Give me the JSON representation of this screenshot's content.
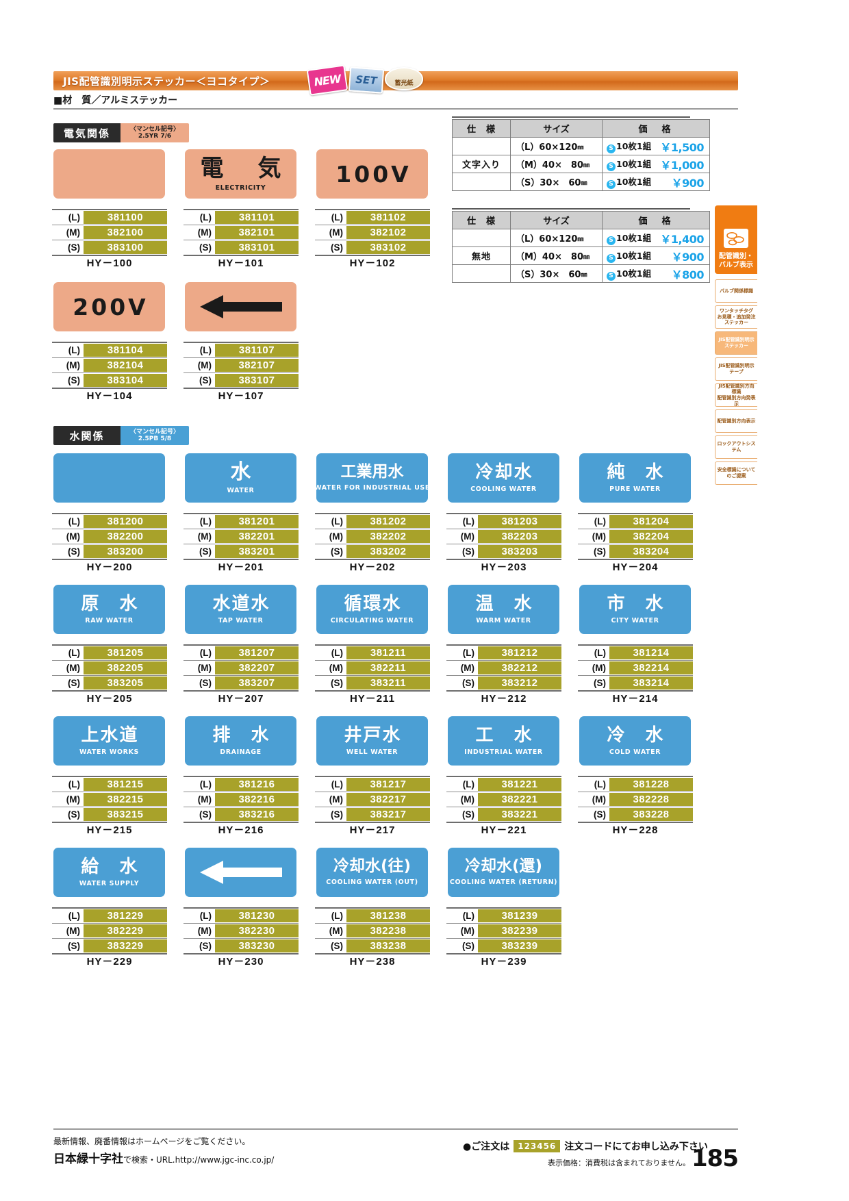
{
  "header": {
    "title": "JIS配管識別明示ステッカー＜ヨコタイプ＞",
    "badge_new": "NEW",
    "badge_set": "SET",
    "badge_seal": "蓄光紙",
    "material": "■材　質／アルミステッカー"
  },
  "sections": [
    {
      "id": "electric",
      "name": "電気関係",
      "munsell_label": "〈マンセル記号〉",
      "munsell_value": "2.5YR  7/6",
      "color": "#eda988"
    },
    {
      "id": "water",
      "name": "水関係",
      "munsell_label": "〈マンセル記号〉",
      "munsell_value": "2.5PB  5/8",
      "color": "#4b9fd4"
    }
  ],
  "price_tables": [
    {
      "headers": [
        "仕　様",
        "サイズ",
        "価　格"
      ],
      "spec": "文字入り",
      "rows": [
        {
          "size": "（L）60×120",
          "unit": "㎜",
          "qty": "10枚1組",
          "price": "￥1,500"
        },
        {
          "size": "（M）40×　80",
          "unit": "㎜",
          "qty": "10枚1組",
          "price": "￥1,000"
        },
        {
          "size": "（S）30×　60",
          "unit": "㎜",
          "qty": "10枚1組",
          "price": "￥900"
        }
      ]
    },
    {
      "headers": [
        "仕　様",
        "サイズ",
        "価　格"
      ],
      "spec": "無地",
      "rows": [
        {
          "size": "（L）60×120",
          "unit": "㎜",
          "qty": "10枚1組",
          "price": "￥1,400"
        },
        {
          "size": "（M）40×　80",
          "unit": "㎜",
          "qty": "10枚1組",
          "price": "￥900"
        },
        {
          "size": "（S）30×　60",
          "unit": "㎜",
          "qty": "10枚1組",
          "price": "￥800"
        }
      ]
    }
  ],
  "size_labels": {
    "l": "(L)",
    "m": "(M)",
    "s": "(S)"
  },
  "products": [
    {
      "row": 0,
      "col": 0,
      "section": "electric",
      "jp": "",
      "en": "",
      "style": "blank",
      "codes": [
        "381100",
        "382100",
        "383100"
      ],
      "hy": "HY－100"
    },
    {
      "row": 0,
      "col": 1,
      "section": "electric",
      "jp": "電　気",
      "en": "ELECTRICITY",
      "style": "sz1",
      "codes": [
        "381101",
        "382101",
        "383101"
      ],
      "hy": "HY－101"
    },
    {
      "row": 0,
      "col": 2,
      "section": "electric",
      "jp": "100V",
      "en": "",
      "style": "volt",
      "codes": [
        "381102",
        "382102",
        "383102"
      ],
      "hy": "HY－102"
    },
    {
      "row": 1,
      "col": 0,
      "section": "electric",
      "jp": "200V",
      "en": "",
      "style": "volt",
      "codes": [
        "381104",
        "382104",
        "383104"
      ],
      "hy": "HY－104"
    },
    {
      "row": 1,
      "col": 1,
      "section": "electric",
      "jp": "",
      "en": "",
      "style": "arrow",
      "codes": [
        "381107",
        "382107",
        "383107"
      ],
      "hy": "HY－107"
    },
    {
      "row": 2,
      "col": 0,
      "section": "water",
      "jp": "",
      "en": "",
      "style": "blank",
      "codes": [
        "381200",
        "382200",
        "383200"
      ],
      "hy": "HY－200"
    },
    {
      "row": 2,
      "col": 1,
      "section": "water",
      "jp": "水",
      "en": "WATER",
      "style": "sz2",
      "codes": [
        "381201",
        "382201",
        "383201"
      ],
      "hy": "HY－201"
    },
    {
      "row": 2,
      "col": 2,
      "section": "water",
      "jp": "工業用水",
      "en": "WATER FOR INDUSTRIAL USE",
      "style": "sz4",
      "codes": [
        "381202",
        "382202",
        "383202"
      ],
      "hy": "HY－202"
    },
    {
      "row": 2,
      "col": 3,
      "section": "water",
      "jp": "冷却水",
      "en": "COOLING WATER",
      "style": "sz3",
      "codes": [
        "381203",
        "382203",
        "383203"
      ],
      "hy": "HY－203"
    },
    {
      "row": 2,
      "col": 4,
      "section": "water",
      "jp": "純　水",
      "en": "PURE WATER",
      "style": "sz3",
      "codes": [
        "381204",
        "382204",
        "383204"
      ],
      "hy": "HY－204"
    },
    {
      "row": 3,
      "col": 0,
      "section": "water",
      "jp": "原　水",
      "en": "RAW WATER",
      "style": "sz3",
      "codes": [
        "381205",
        "382205",
        "383205"
      ],
      "hy": "HY－205"
    },
    {
      "row": 3,
      "col": 1,
      "section": "water",
      "jp": "水道水",
      "en": "TAP WATER",
      "style": "sz3",
      "codes": [
        "381207",
        "382207",
        "383207"
      ],
      "hy": "HY－207"
    },
    {
      "row": 3,
      "col": 2,
      "section": "water",
      "jp": "循環水",
      "en": "CIRCULATING WATER",
      "style": "sz3",
      "codes": [
        "381211",
        "382211",
        "383211"
      ],
      "hy": "HY－211"
    },
    {
      "row": 3,
      "col": 3,
      "section": "water",
      "jp": "温　水",
      "en": "WARM WATER",
      "style": "sz3",
      "codes": [
        "381212",
        "382212",
        "383212"
      ],
      "hy": "HY－212"
    },
    {
      "row": 3,
      "col": 4,
      "section": "water",
      "jp": "市　水",
      "en": "CITY WATER",
      "style": "sz3",
      "codes": [
        "381214",
        "382214",
        "383214"
      ],
      "hy": "HY－214"
    },
    {
      "row": 4,
      "col": 0,
      "section": "water",
      "jp": "上水道",
      "en": "WATER WORKS",
      "style": "sz3",
      "codes": [
        "381215",
        "382215",
        "383215"
      ],
      "hy": "HY－215"
    },
    {
      "row": 4,
      "col": 1,
      "section": "water",
      "jp": "排　水",
      "en": "DRAINAGE",
      "style": "sz3",
      "codes": [
        "381216",
        "382216",
        "383216"
      ],
      "hy": "HY－216"
    },
    {
      "row": 4,
      "col": 2,
      "section": "water",
      "jp": "井戸水",
      "en": "WELL WATER",
      "style": "sz3",
      "codes": [
        "381217",
        "382217",
        "383217"
      ],
      "hy": "HY－217"
    },
    {
      "row": 4,
      "col": 3,
      "section": "water",
      "jp": "工　水",
      "en": "INDUSTRIAL WATER",
      "style": "sz3",
      "codes": [
        "381221",
        "382221",
        "383221"
      ],
      "hy": "HY－221"
    },
    {
      "row": 4,
      "col": 4,
      "section": "water",
      "jp": "冷　水",
      "en": "COLD WATER",
      "style": "sz3",
      "codes": [
        "381228",
        "382228",
        "383228"
      ],
      "hy": "HY－228"
    },
    {
      "row": 5,
      "col": 0,
      "section": "water",
      "jp": "給　水",
      "en": "WATER SUPPLY",
      "style": "sz3",
      "codes": [
        "381229",
        "382229",
        "383229"
      ],
      "hy": "HY－229"
    },
    {
      "row": 5,
      "col": 1,
      "section": "water",
      "jp": "",
      "en": "",
      "style": "arrow-white",
      "codes": [
        "381230",
        "382230",
        "383230"
      ],
      "hy": "HY－230"
    },
    {
      "row": 5,
      "col": 2,
      "section": "water",
      "jp": "冷却水(往)",
      "en": "COOLING WATER (OUT)",
      "style": "sz4",
      "codes": [
        "381238",
        "382238",
        "383238"
      ],
      "hy": "HY－238"
    },
    {
      "row": 5,
      "col": 3,
      "section": "water",
      "jp": "冷却水(還)",
      "en": "COOLING WATER (RETURN)",
      "style": "sz4",
      "codes": [
        "381239",
        "382239",
        "383239"
      ],
      "hy": "HY－239"
    }
  ],
  "index": {
    "main_label_l1": "配管識別・",
    "main_label_l2": "バルブ表示",
    "main_icon": "pipes-icon",
    "tabs": [
      {
        "label": "バルブ関係標識",
        "active": false
      },
      {
        "label": "ワンタッチタグ\nお見積・追加発注ステッカー",
        "active": false
      },
      {
        "label": "JIS配管識別明示ステッカー",
        "active": true
      },
      {
        "label": "JIS配管識別明示テープ",
        "active": false
      },
      {
        "label": "JIS配管識別方向標識\n配管識別方向発表示",
        "active": false
      },
      {
        "label": "配管識別方向表示",
        "active": false
      },
      {
        "label": "ロックアウトシステム",
        "active": false
      },
      {
        "label": "安全標識についてのご提案",
        "active": false
      }
    ]
  },
  "footer": {
    "line1": "最新情報、廃番情報はホームページをご覧ください。",
    "company": "日本緑十字社",
    "search_note": "で検索・URL.http://www.jgc-inc.co.jp/",
    "order_prefix": "●ご注文は",
    "order_code_sample": "123456",
    "order_suffix": "注文コードにてお申し込み下さい",
    "tax_note": "表示価格：消費税は含まれておりません。",
    "page_number": "185"
  }
}
